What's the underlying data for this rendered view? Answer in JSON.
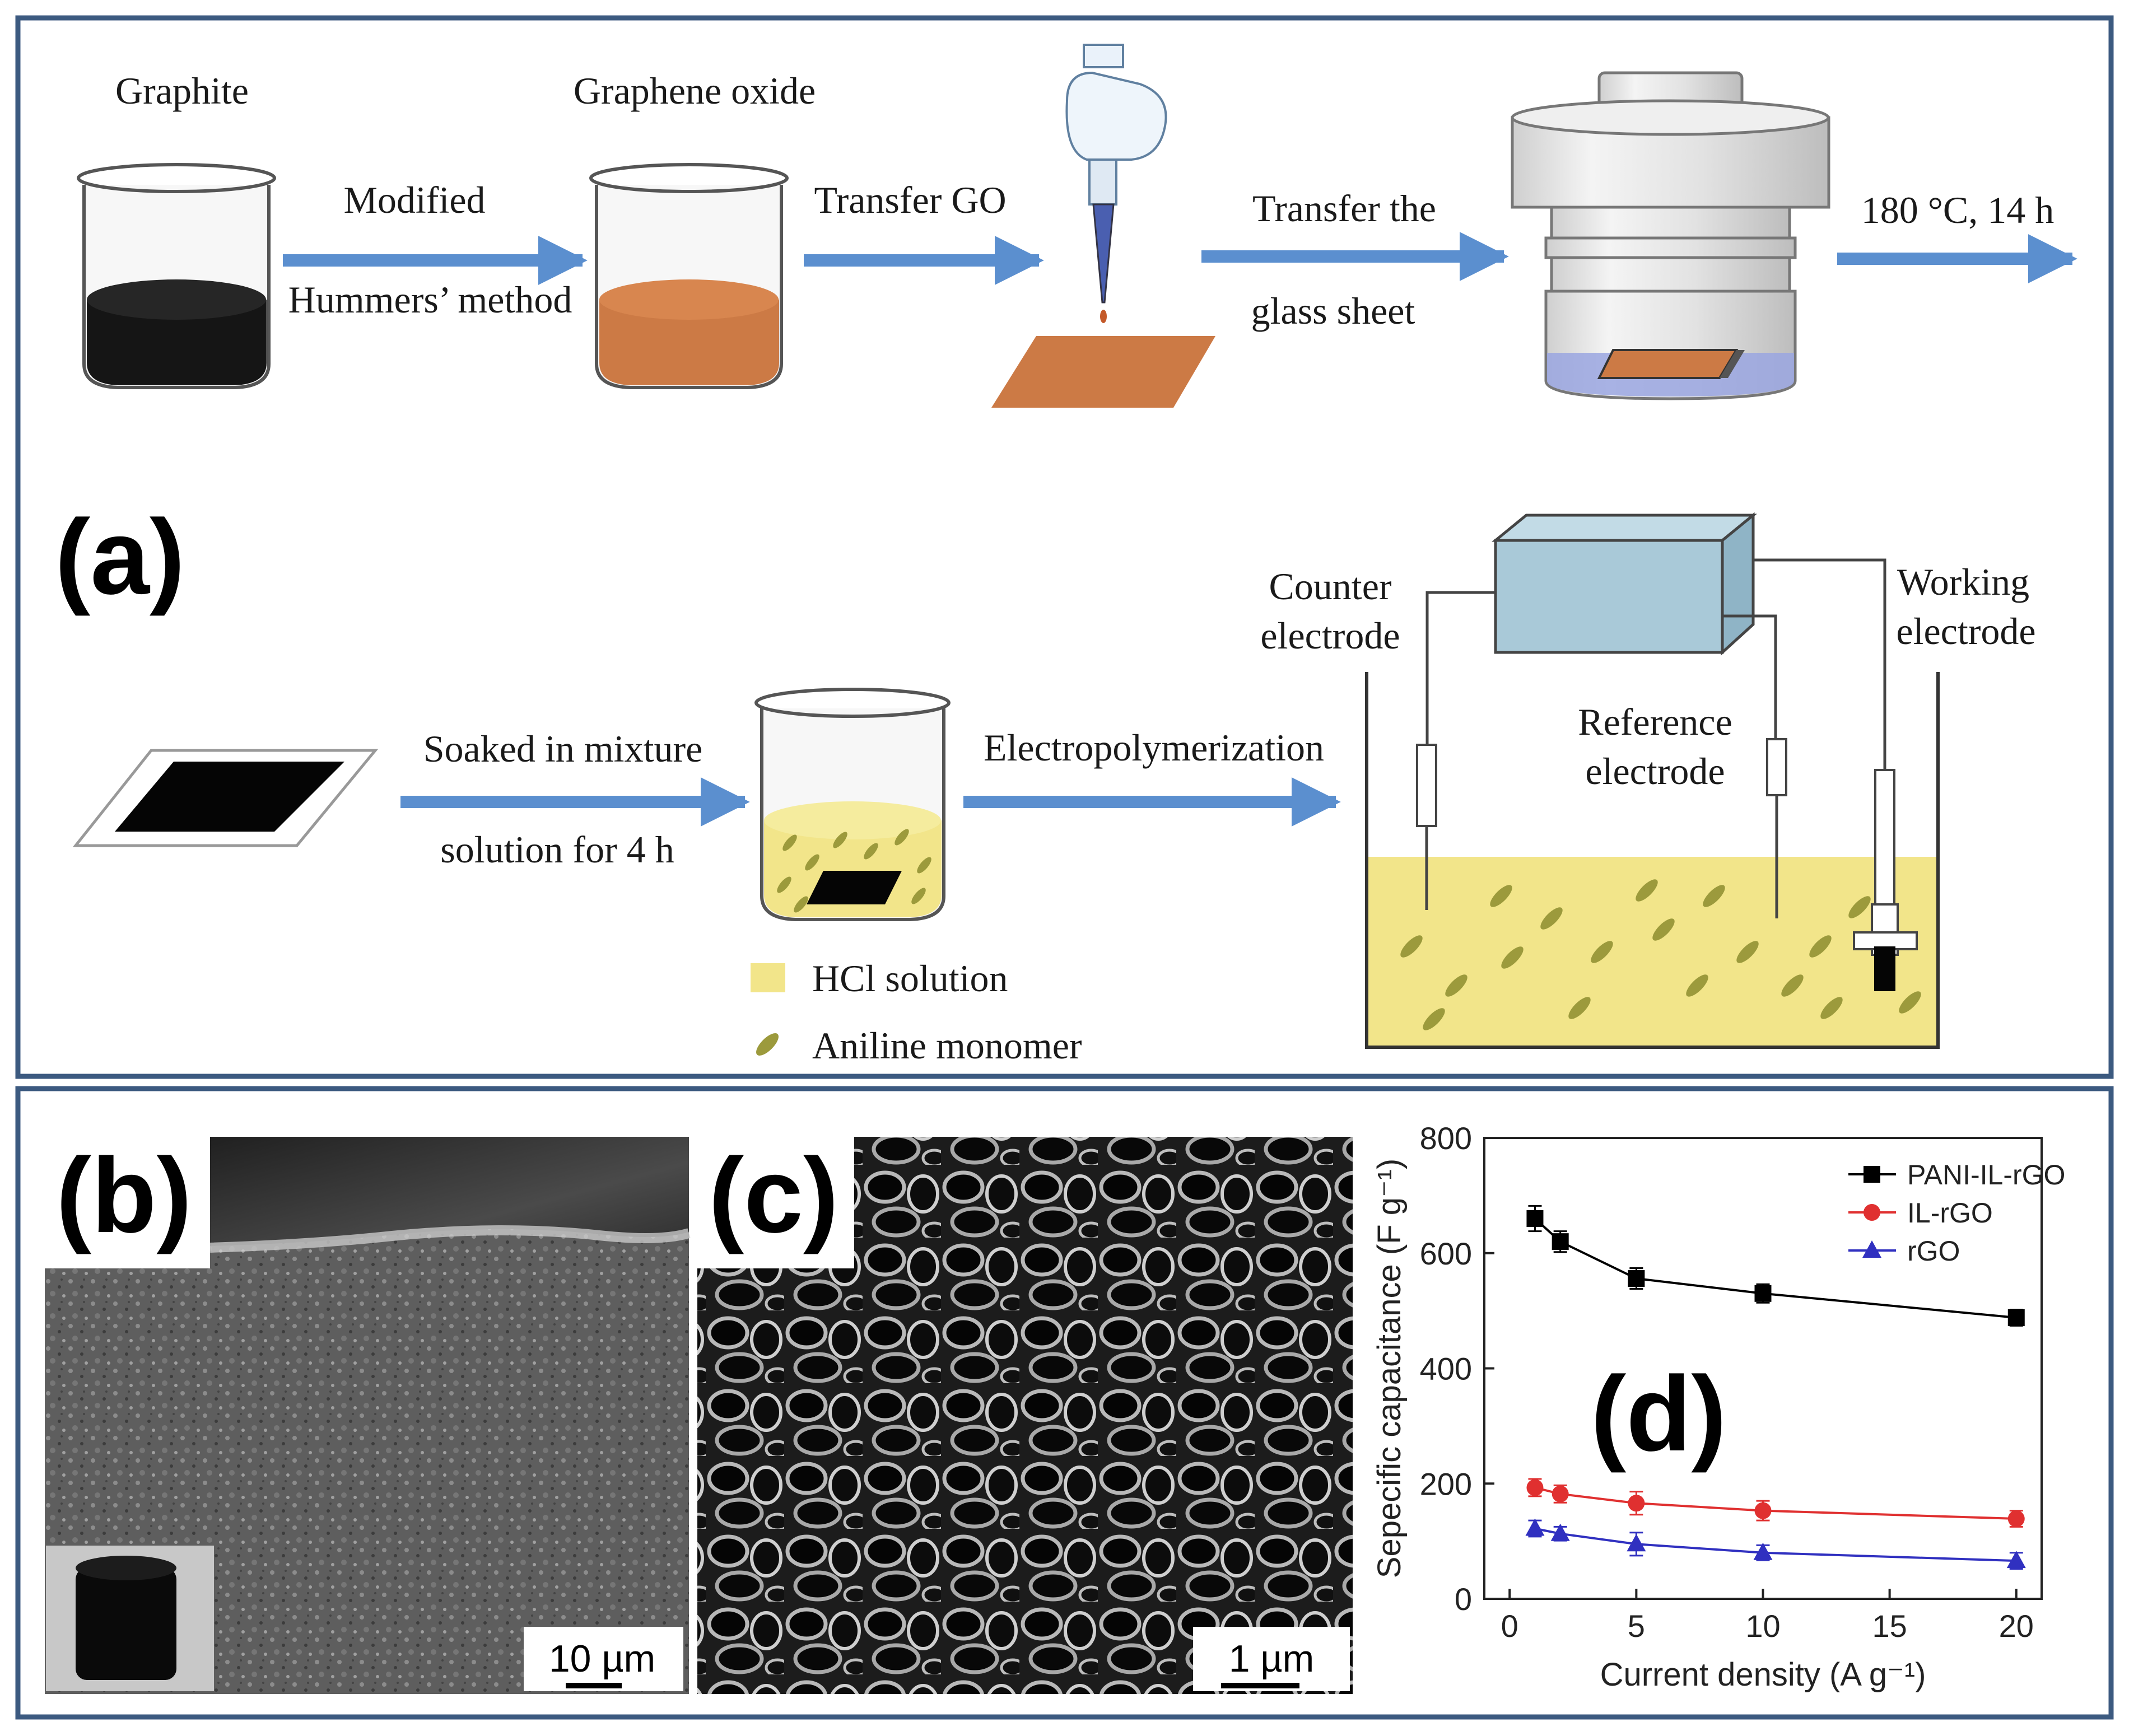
{
  "colors": {
    "frame": "#3c5a80",
    "arrow": "#5b8fcf",
    "go_liquid": "#cc7a45",
    "hcl": "#f2e58a",
    "aniline": "#9c9a3c",
    "box": "#a9c9d8",
    "water": "#9aa6e0"
  },
  "panel_a": {
    "letter": "(a)",
    "graphite_label": "Graphite",
    "go_label": "Graphene oxide",
    "step1_top": "Modified",
    "step1_bottom": "Hummers’ method",
    "step2": "Transfer GO",
    "step3_top": "Transfer the",
    "step3_bottom": "glass sheet",
    "step4": "180 °C, 14 h",
    "step5_top": "Soaked in mixture",
    "step5_bottom": "solution for 4 h",
    "step6": "Electropolymerization",
    "legend_hcl": "HCl solution",
    "legend_aniline": "Aniline monomer",
    "counter_line1": "Counter",
    "counter_line2": "electrode",
    "reference_line1": "Reference",
    "reference_line2": "electrode",
    "working_line1": "Working",
    "working_line2": "electrode"
  },
  "panel_b": {
    "letter": "(b)",
    "scale_bar": "10 µm"
  },
  "panel_c": {
    "letter": "(c)",
    "scale_bar": "1 µm"
  },
  "panel_d": {
    "letter": "(d)"
  },
  "chart_data": {
    "type": "line",
    "xlabel": "Current density (A g⁻¹)",
    "ylabel": "Sepecific capacitance (F g⁻¹)",
    "xlim": [
      -1,
      21
    ],
    "ylim": [
      0,
      800
    ],
    "xticks": [
      0,
      5,
      10,
      15,
      20
    ],
    "yticks": [
      0,
      200,
      400,
      600,
      800
    ],
    "grid": false,
    "legend_position": "top-right",
    "x": [
      1,
      2,
      5,
      10,
      20
    ],
    "series": [
      {
        "name": "PANI-IL-rGO",
        "values": [
          660,
          620,
          556,
          530,
          488
        ],
        "errors": [
          22,
          18,
          18,
          16,
          14
        ],
        "color": "#000000",
        "marker": "square"
      },
      {
        "name": "IL-rGO",
        "values": [
          193,
          182,
          166,
          153,
          139
        ],
        "errors": [
          15,
          15,
          20,
          17,
          14
        ],
        "color": "#e03030",
        "marker": "circle"
      },
      {
        "name": "rGO",
        "values": [
          122,
          113,
          95,
          80,
          66
        ],
        "errors": [
          14,
          12,
          20,
          13,
          14
        ],
        "color": "#3030c0",
        "marker": "triangle"
      }
    ]
  }
}
